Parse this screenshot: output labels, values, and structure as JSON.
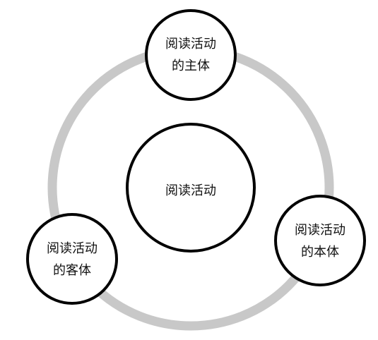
{
  "colors": {
    "ring": "#c8c8c8",
    "stroke": "#000000",
    "fill": "#ffffff",
    "text": "#111111"
  },
  "diagram": {
    "center": {
      "label": "阅读活动"
    },
    "top": {
      "line1": "阅读活动",
      "line2": "的主体"
    },
    "right": {
      "line1": "阅读活动",
      "line2": "的本体"
    },
    "left": {
      "line1": "阅读活动",
      "line2": "的客体"
    }
  }
}
